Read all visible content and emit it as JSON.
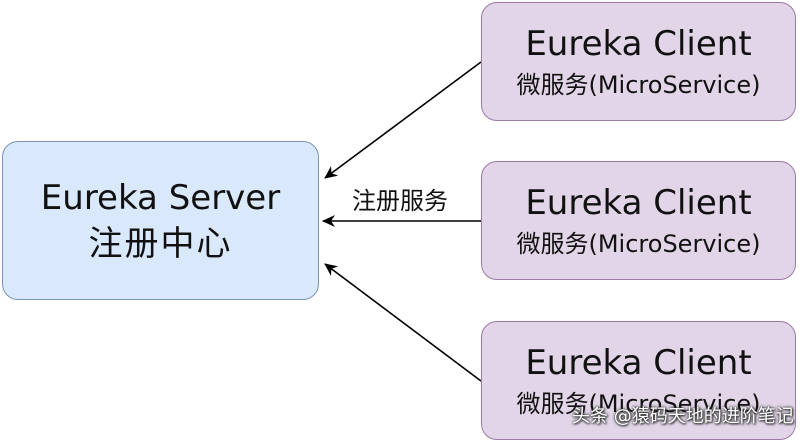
{
  "server": {
    "title": "Eureka Server",
    "subtitle": "注册中心",
    "fill": "#dae8fc",
    "stroke": "#7a93b6"
  },
  "clients": [
    {
      "title": "Eureka Client",
      "subtitle": "微服务(MicroService)"
    },
    {
      "title": "Eureka Client",
      "subtitle": "微服务(MicroService)"
    },
    {
      "title": "Eureka Client",
      "subtitle": "微服务(MicroService)"
    }
  ],
  "client_style": {
    "fill": "#e1d5e7",
    "stroke": "#9a7aa8"
  },
  "edge_label": "注册服务",
  "watermark": {
    "text": "头条 @猿码天地的进阶笔记"
  }
}
